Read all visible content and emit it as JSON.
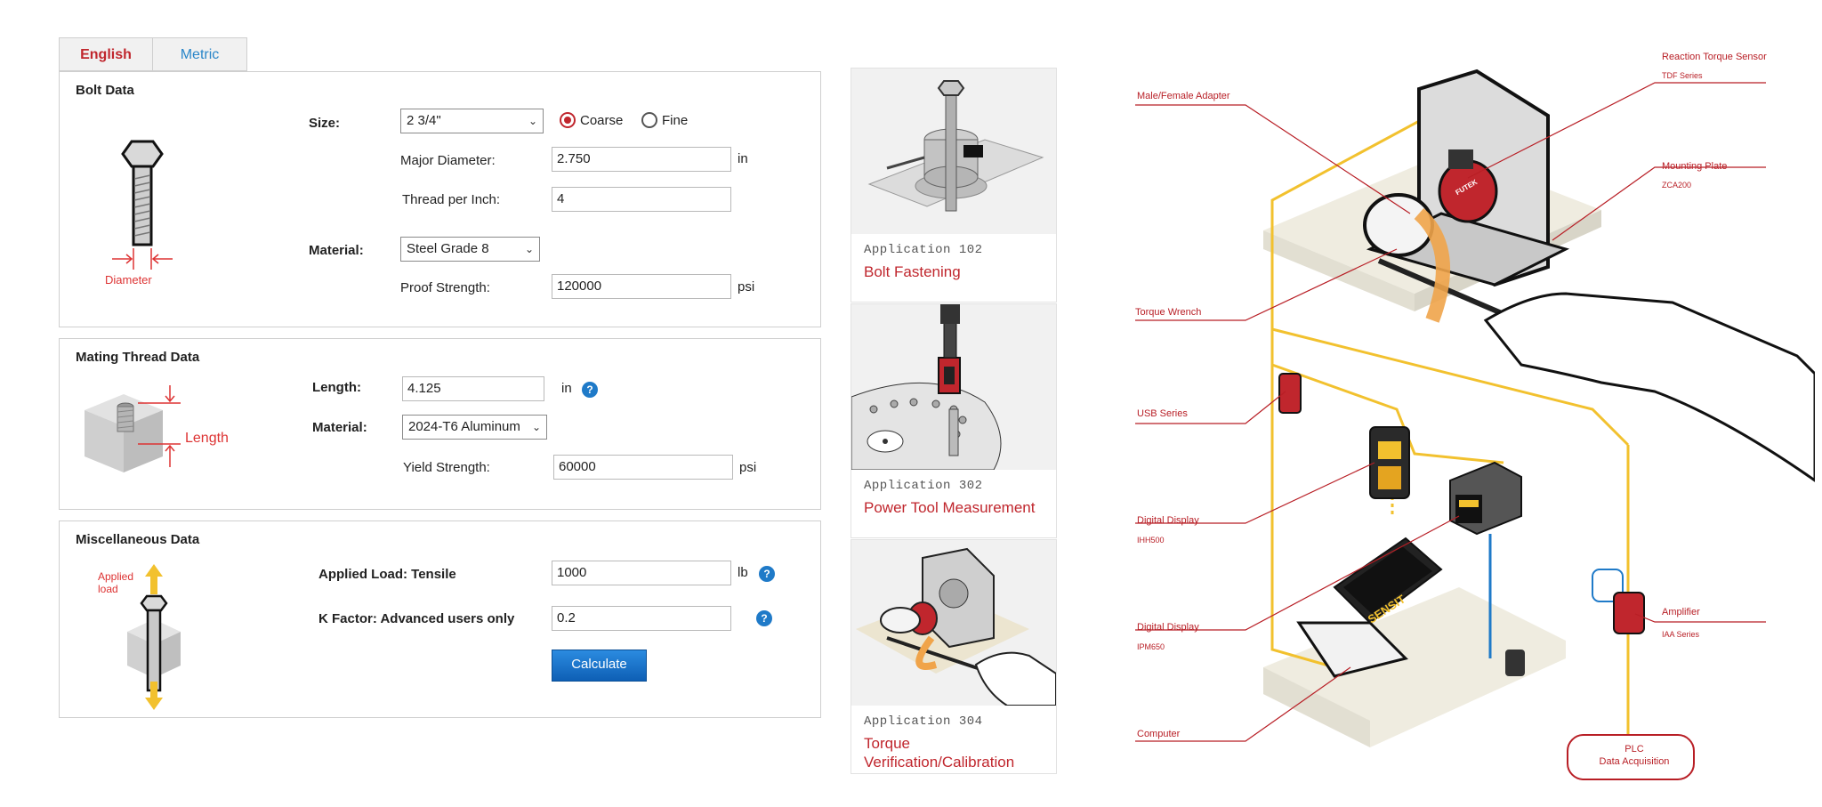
{
  "tabs": [
    {
      "label": "English",
      "active": true
    },
    {
      "label": "Metric",
      "active": false
    }
  ],
  "bolt": {
    "title": "Bolt Data",
    "diameter_caption": "Diameter",
    "size_label": "Size:",
    "size_value": "2 3/4\"",
    "thread_options": [
      "Coarse",
      "Fine"
    ],
    "thread_selected": "Coarse",
    "major_diameter_label": "Major Diameter:",
    "major_diameter_value": "2.750",
    "major_diameter_unit": "in",
    "tpi_label": "Thread per Inch:",
    "tpi_value": "4",
    "material_label": "Material:",
    "material_value": "Steel Grade 8",
    "proof_label": "Proof Strength:",
    "proof_value": "120000",
    "proof_unit": "psi"
  },
  "mating": {
    "title": "Mating Thread Data",
    "length_caption": "Length",
    "length_label": "Length:",
    "length_value": "4.125",
    "length_unit": "in",
    "material_label": "Material:",
    "material_value": "2024-T6 Aluminum",
    "yield_label": "Yield Strength:",
    "yield_value": "60000",
    "yield_unit": "psi"
  },
  "misc": {
    "title": "Miscellaneous Data",
    "applied_caption_1": "Applied",
    "applied_caption_2": "load",
    "load_label": "Applied Load: Tensile",
    "load_value": "1000",
    "load_unit": "lb",
    "k_label": "K Factor: Advanced users only",
    "k_value": "0.2",
    "calculate_label": "Calculate"
  },
  "applications": [
    {
      "number": "Application 102",
      "title": "Bolt Fastening"
    },
    {
      "number": "Application 302",
      "title": "Power Tool Measurement"
    },
    {
      "number": "Application 304",
      "title": "Torque Verification/Calibration"
    }
  ],
  "diagram": {
    "reaction_sensor": "Reaction Torque Sensor",
    "reaction_sensor_sub": "TDF Series",
    "adapter": "Male/Female Adapter",
    "mounting_plate": "Mounting Plate",
    "mounting_plate_sub": "ZCA200",
    "torque_wrench": "Torque Wrench",
    "usb": "USB Series",
    "display1": "Digital Display",
    "display1_sub": "IHH500",
    "display2": "Digital Display",
    "display2_sub": "IPM650",
    "amplifier": "Amplifier",
    "amplifier_sub": "IAA Series",
    "computer": "Computer",
    "plc_1": "PLC",
    "plc_2": "Data Acquisition",
    "brand": "SENSIT",
    "sensor_brand": "FUTEK"
  },
  "colors": {
    "accent": "#c0262d",
    "link": "#2a86c9",
    "wire": "#f2c12e",
    "button": "#1a6fc4"
  }
}
